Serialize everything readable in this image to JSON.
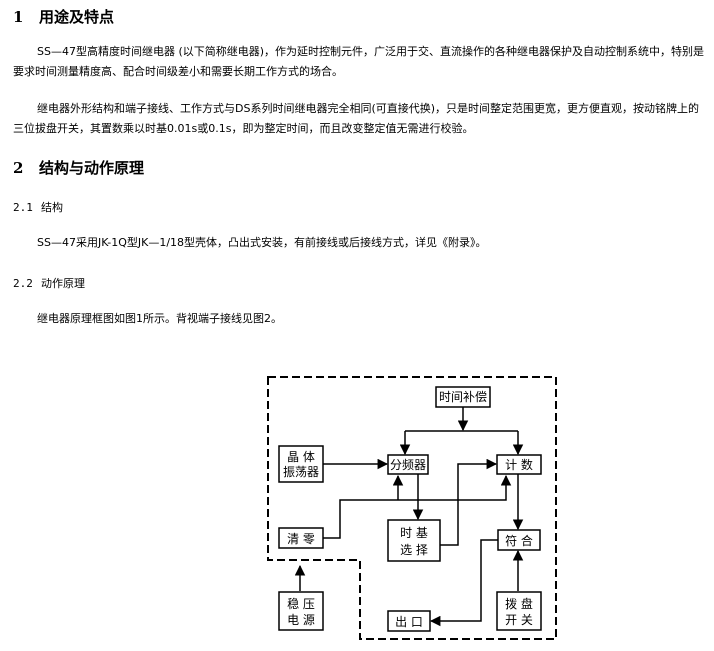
{
  "section1": {
    "num": "1",
    "title": "用途及特点",
    "para1": "SS—47型高精度时间继电器 (以下简称继电器)，作为延时控制元件，广泛用于交、直流操作的各种继电器保护及自动控制系统中，特别是要求时间测量精度高、配合时间级差小和需要长期工作方式的场合。",
    "para2": "继电器外形结构和端子接线、工作方式与DS系列时间继电器完全相同(可直接代换)，只是时间整定范围更宽，更方便直观，按动铭牌上的三位拔盘开关，其置数乘以时基0.01s或0.1s，即为整定时间，而且改变整定值无需进行校验。"
  },
  "section2": {
    "num": "2",
    "title": "结构与动作原理",
    "sub1": {
      "num": "2.1",
      "title": "结构",
      "text": "SS—47采用JK-1Q型JK—1/18型壳体，凸出式安装，有前接线或后接线方式，详见《附录》。"
    },
    "sub2": {
      "num": "2.2",
      "title": "动作原理",
      "text": "继电器原理框图如图1所示。背视端子接线见图2。"
    }
  },
  "diagram": {
    "blocks": {
      "time_comp": [
        "时间补偿"
      ],
      "crystal": [
        "晶  体",
        "振荡器"
      ],
      "divider": [
        "分频器"
      ],
      "counter": [
        "计  数"
      ],
      "clear": [
        "清  零"
      ],
      "timebase": [
        "时  基",
        "选  择"
      ],
      "match": [
        "符  合"
      ],
      "regulator": [
        "稳  压",
        "电  源"
      ],
      "output": [
        "出  口"
      ],
      "dial": [
        "拨  盘",
        "开  关"
      ]
    }
  }
}
